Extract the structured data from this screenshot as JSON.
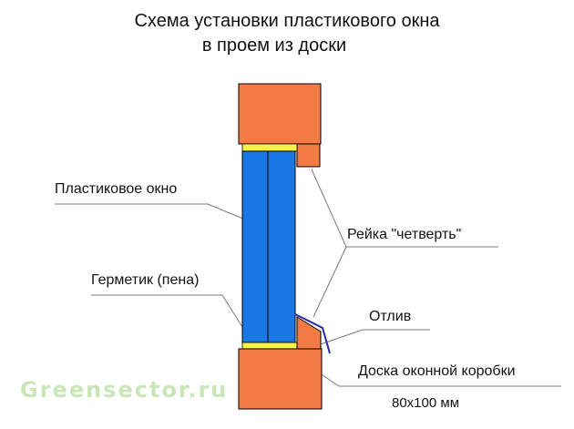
{
  "title": {
    "line1": "Схема установки пластикового окна",
    "line2": "в проем из доски"
  },
  "labels": {
    "plastic_window": "Пластиковое окно",
    "sealant": "Герметик (пена)",
    "quarter_strip": "Рейка \"четверть\"",
    "drip_sill": "Отлив",
    "frame_board": "Доска оконной коробки",
    "board_size": "80х100 мм"
  },
  "watermark": "Greensector.ru",
  "colors": {
    "board": "#f47a45",
    "glass": "#1a78e6",
    "foam": "#f5f24a",
    "outline": "#000000",
    "leader": "#7a7a7a",
    "drip": "#2a2aa8",
    "watermark": "#c9e6b6"
  }
}
